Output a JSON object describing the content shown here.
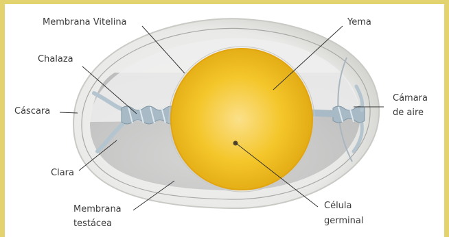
{
  "diagram": {
    "colors": {
      "frame": "#e2d36f",
      "background": "#ffffff",
      "shell": "#ededeb",
      "albumen": "#cbcccb",
      "yolk": "#f2c019",
      "chalaza": "#9fb4c0",
      "leader": "#333333"
    },
    "labels": {
      "membrana_vitelina": "Membrana Vitelina",
      "yema": "Yema",
      "chalaza": "Chalaza",
      "cascara": "Cáscara",
      "camara_aire_1": "Cámara",
      "camara_aire_2": "de aire",
      "clara": "Clara",
      "membrana_testacea_1": "Membrana",
      "membrana_testacea_2": "testácea",
      "celula_germinal_1": "Célula",
      "celula_germinal_2": "germinal"
    }
  }
}
